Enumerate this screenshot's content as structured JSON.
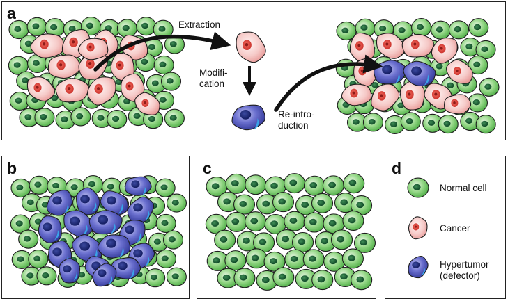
{
  "panel_labels": {
    "a": "a",
    "b": "b",
    "c": "c",
    "d": "d"
  },
  "steps": {
    "extraction": "Extraction",
    "modification": "Modifi-\ncation",
    "reintroduction": "Re-intro-\nduction"
  },
  "legend": {
    "normal": "Normal cell",
    "cancer": "Cancer",
    "hypertumor": "Hypertumor\n(defector)"
  },
  "colors": {
    "normal_fill": "#6cc561",
    "normal_nucleus": "#165c33",
    "cancer_fill": "#f4b6b4",
    "cancer_nucleus": "#e0463c",
    "hyper_fill": "#5a5fc4",
    "hyper_nucleus": "#1d2a7a",
    "hyper_accent": "#3aa3e8"
  }
}
